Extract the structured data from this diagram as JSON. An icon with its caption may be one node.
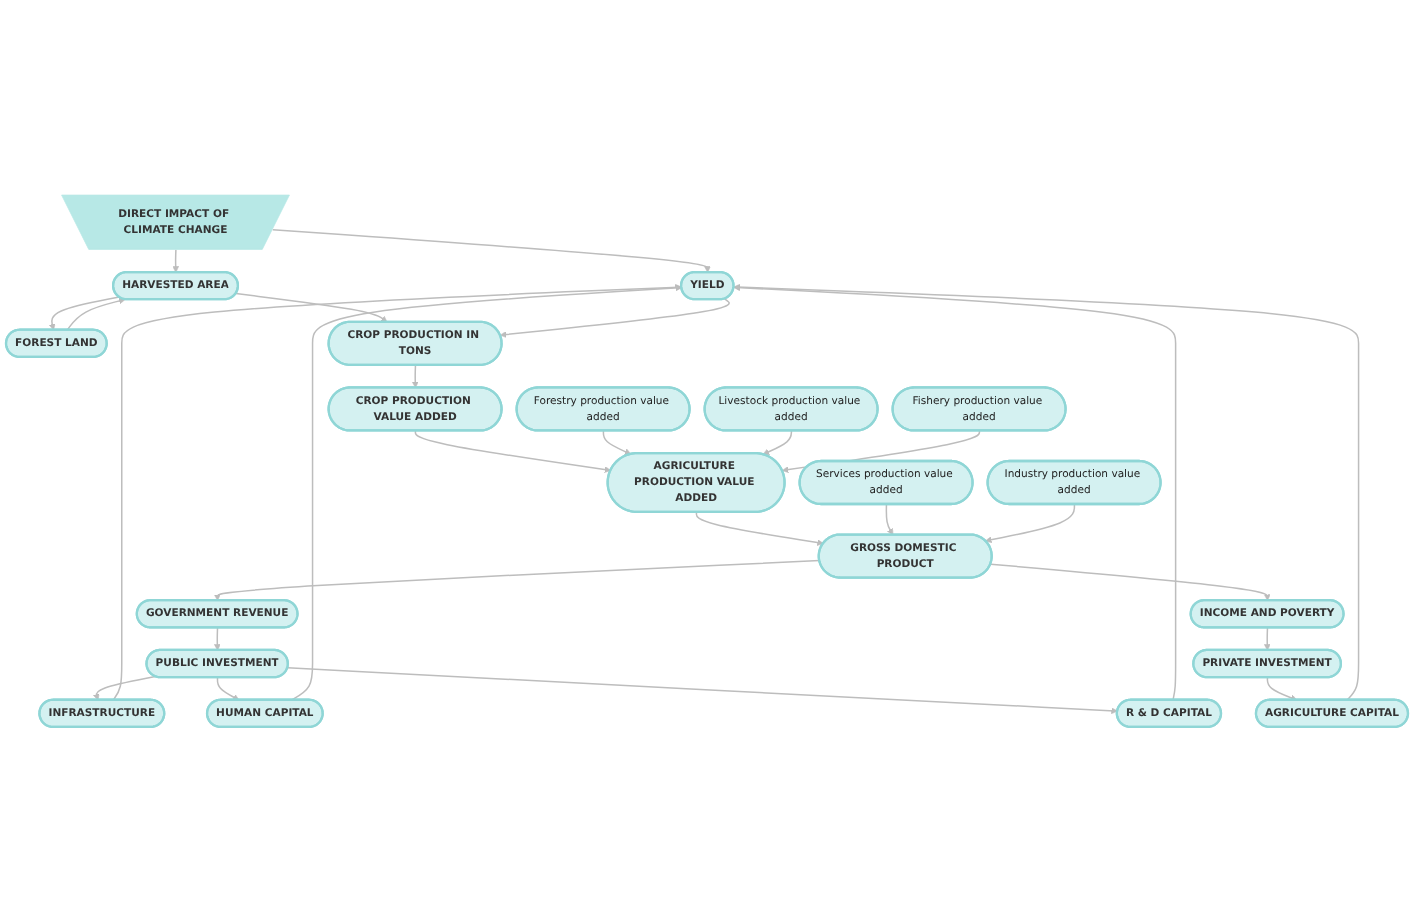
{
  "diagram": {
    "nodes": [
      {
        "text": [
          "DIRECT IMPACT OF CLIMATE CHANGE"
        ]
      },
      {
        "text": [
          "HARVESTED AREA"
        ]
      },
      {
        "text": [
          "FOREST LAND"
        ]
      },
      {
        "text": [
          "YIELD"
        ]
      },
      {
        "text": [
          "CROP PRODUCTION IN TONS"
        ]
      },
      {
        "text": [
          "R & D CAPITAL"
        ]
      },
      {
        "text": [
          "HUMAN CAPITAL"
        ]
      },
      {
        "text": [
          "CROP PRODUCTION VALUE ADDED"
        ]
      },
      {
        "text": [
          "Forestry production value added"
        ]
      },
      {
        "text": [
          "INFRASTRUCTURE"
        ]
      },
      {
        "text": [
          "AGRICULTURE PRODUCTION VALUE ADDED"
        ]
      },
      {
        "text": [
          "Livestock production value added"
        ]
      },
      {
        "text": [
          "AGRICULTURE CAPITAL"
        ]
      },
      {
        "text": [
          "Fishery production value added"
        ]
      },
      {
        "text": [
          "PUBLIC INVESTMENT"
        ]
      },
      {
        "text": [
          "GROSS DOMESTIC PRODUCT"
        ]
      },
      {
        "text": [
          "PRIVATE INVESTMENT"
        ]
      },
      {
        "text": [
          "Services production value added"
        ]
      },
      {
        "text": [
          "GOVERNMENT REVENUE"
        ]
      },
      {
        "text": [
          "INCOME AND POVERTY"
        ]
      },
      {
        "text": [
          "Industry production value added"
        ]
      }
    ],
    "edges": [
      {
        "from": 0,
        "to": 3,
        "arrow": "to"
      },
      {
        "from": 0,
        "to": 1,
        "arrow": "to"
      },
      {
        "from": 1,
        "to": 2,
        "arrow": "to"
      },
      {
        "from": 2,
        "to": 1,
        "arrow": "to"
      },
      {
        "from": 1,
        "to": 4,
        "arrow": "to"
      },
      {
        "from": 3,
        "to": 4,
        "arrow": "to"
      },
      {
        "from": 4,
        "to": 7,
        "arrow": "to"
      },
      {
        "from": 7,
        "to": 10,
        "arrow": "to"
      },
      {
        "from": 8,
        "to": 10,
        "arrow": "to"
      },
      {
        "from": 11,
        "to": 10,
        "arrow": "to"
      },
      {
        "from": 13,
        "to": 10,
        "arrow": "to"
      },
      {
        "from": 10,
        "to": 15,
        "arrow": "to"
      },
      {
        "from": 17,
        "to": 15,
        "arrow": "to"
      },
      {
        "from": 20,
        "to": 15,
        "arrow": "to"
      },
      {
        "from": 15,
        "to": 18,
        "arrow": "to"
      },
      {
        "from": 15,
        "to": 19,
        "arrow": "to"
      },
      {
        "from": 18,
        "to": 14,
        "arrow": "to"
      },
      {
        "from": 19,
        "to": 16,
        "arrow": "to"
      },
      {
        "from": 16,
        "to": 12,
        "arrow": "to"
      },
      {
        "from": 14,
        "to": 9,
        "arrow": "to"
      },
      {
        "from": 14,
        "to": 6,
        "arrow": "to"
      },
      {
        "from": 14,
        "to": 5,
        "arrow": "to"
      },
      {
        "from": 12,
        "to": 3,
        "arrow": "to"
      },
      {
        "from": 9,
        "to": 3,
        "arrow": "to"
      },
      {
        "from": 6,
        "to": 3,
        "arrow": "to"
      },
      {
        "from": 5,
        "to": 3,
        "arrow": "to"
      }
    ]
  }
}
